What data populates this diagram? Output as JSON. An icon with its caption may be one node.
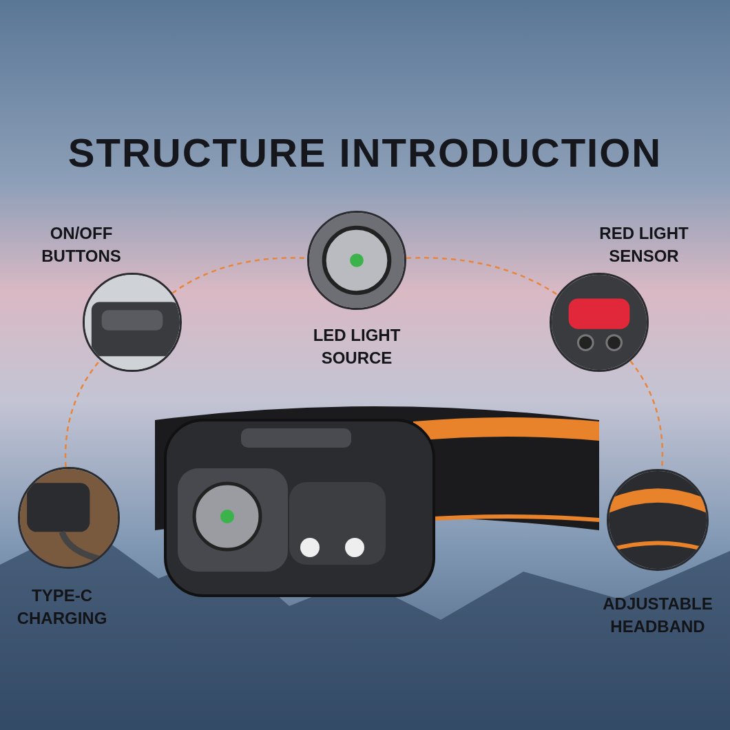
{
  "diagram": {
    "title": "STRUCTURE INTRODUCTION",
    "nodes": [
      {
        "text": [
          "ON/OFF BUTTONS"
        ]
      },
      {
        "text": [
          "LED LIGHT SOURCE"
        ]
      },
      {
        "text": [
          "RED LIGHT SENSOR"
        ]
      },
      {
        "text": [
          "TYPE-C CHARGING"
        ]
      },
      {
        "text": [
          "ADJUSTABLE HEADBAND"
        ]
      }
    ],
    "edges": [
      {
        "from": 3,
        "to": 0,
        "arrow": "none",
        "style": "dashed",
        "color": "#e8853a"
      },
      {
        "from": 0,
        "to": 1,
        "arrow": "none",
        "style": "dashed",
        "color": "#e8853a"
      },
      {
        "from": 1,
        "to": 2,
        "arrow": "none",
        "style": "dashed",
        "color": "#e8853a"
      },
      {
        "from": 2,
        "to": 4,
        "arrow": "none",
        "style": "dashed",
        "color": "#e8853a"
      }
    ]
  }
}
